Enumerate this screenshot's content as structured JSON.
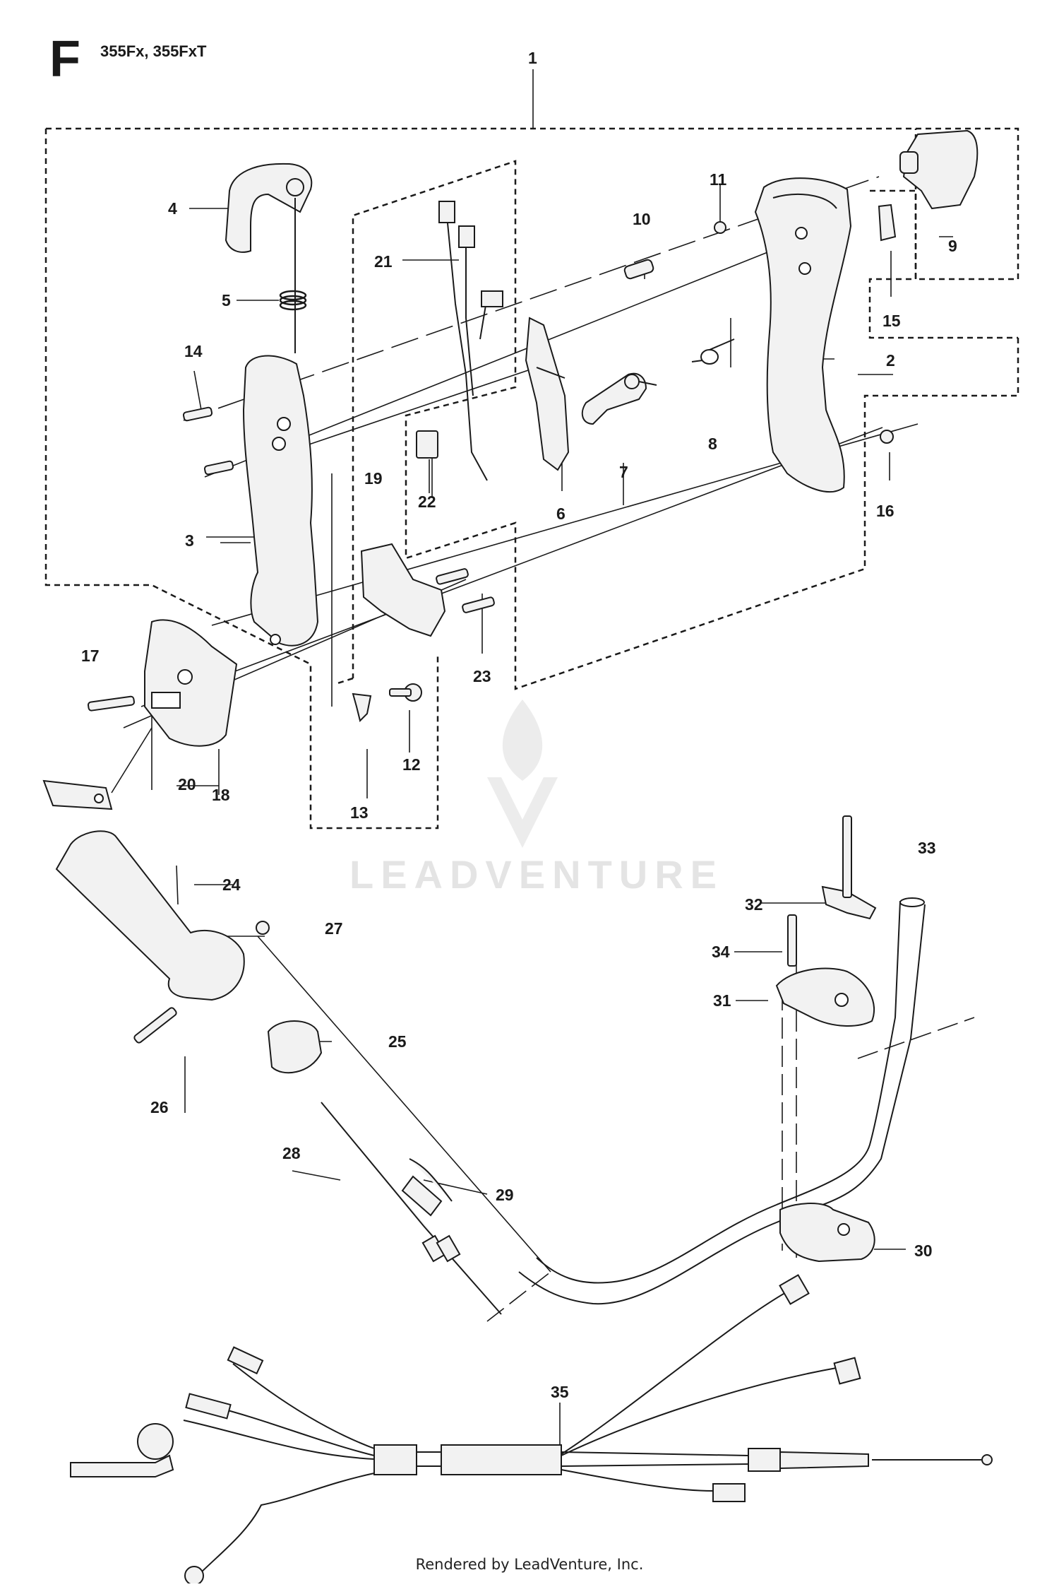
{
  "header": {
    "section_letter": "F",
    "models": "355Fx, 355FxT"
  },
  "watermark": {
    "brand": "LEADVENTURE"
  },
  "footer": {
    "credit": "Rendered by LeadVenture, Inc."
  },
  "callouts": [
    "1",
    "2",
    "3",
    "4",
    "5",
    "6",
    "7",
    "8",
    "9",
    "10",
    "11",
    "12",
    "13",
    "14",
    "15",
    "16",
    "17",
    "18",
    "19",
    "20",
    "21",
    "22",
    "23",
    "24",
    "25",
    "26",
    "27",
    "28",
    "29",
    "30",
    "31",
    "32",
    "33",
    "34",
    "35"
  ],
  "colors": {
    "line": "#1a1a1a",
    "part_fill": "#f2f2f2",
    "watermark": "#e4e4e4"
  }
}
